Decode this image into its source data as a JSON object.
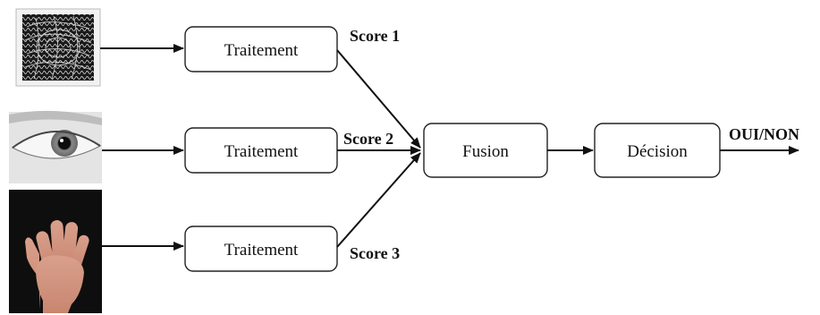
{
  "inputs": [
    {
      "kind": "fingerprint-image"
    },
    {
      "kind": "eye-image"
    },
    {
      "kind": "hand-image"
    }
  ],
  "boxes": {
    "processing_1": "Traitement",
    "processing_2": "Traitement",
    "processing_3": "Traitement",
    "fusion": "Fusion",
    "decision": "Décision"
  },
  "scores": {
    "score_1": "Score 1",
    "score_2": "Score 2",
    "score_3": "Score 3"
  },
  "output_label": "OUI/NON"
}
